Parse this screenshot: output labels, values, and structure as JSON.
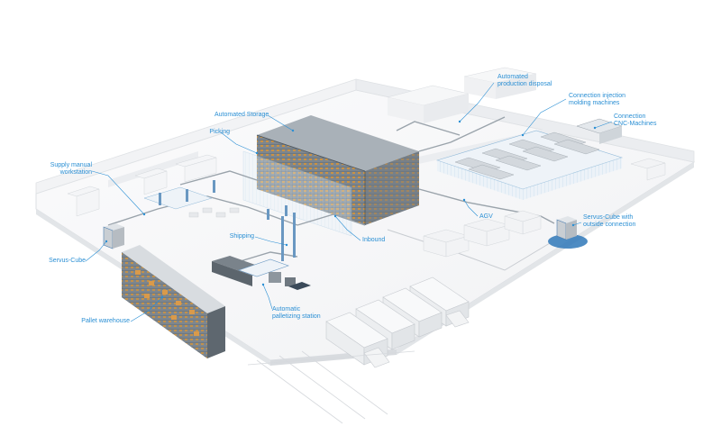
{
  "colors": {
    "accent": "#2a8fd4",
    "building_wall": "#eef0f2",
    "building_floor": "#f6f7f8",
    "rack_dark": "#5c6670",
    "rack_light": "#9aa3ab",
    "pallet_orange": "#c98a3c",
    "truck": "#f3f4f5"
  },
  "labels": {
    "automated_production_disposal": "Automated\nproduction disposal",
    "connection_injection": "Connection injection\nmolding machines",
    "connection_cnc": "Connection\nCNC-Machines",
    "automated_storage": "Automated Storage",
    "picking": "Picking",
    "supply_manual_workstation": "Supply manual\nworkstation",
    "servus_cube": "Servus-Cube",
    "agv": "AGV",
    "servus_cube_outside": "Servus-Cube with\noutside connection",
    "inbound": "Inbound",
    "shipping": "Shipping",
    "automatic_palletizing": "Automatic\npalletizing station",
    "pallet_warehouse": "Pallet warehouse"
  }
}
